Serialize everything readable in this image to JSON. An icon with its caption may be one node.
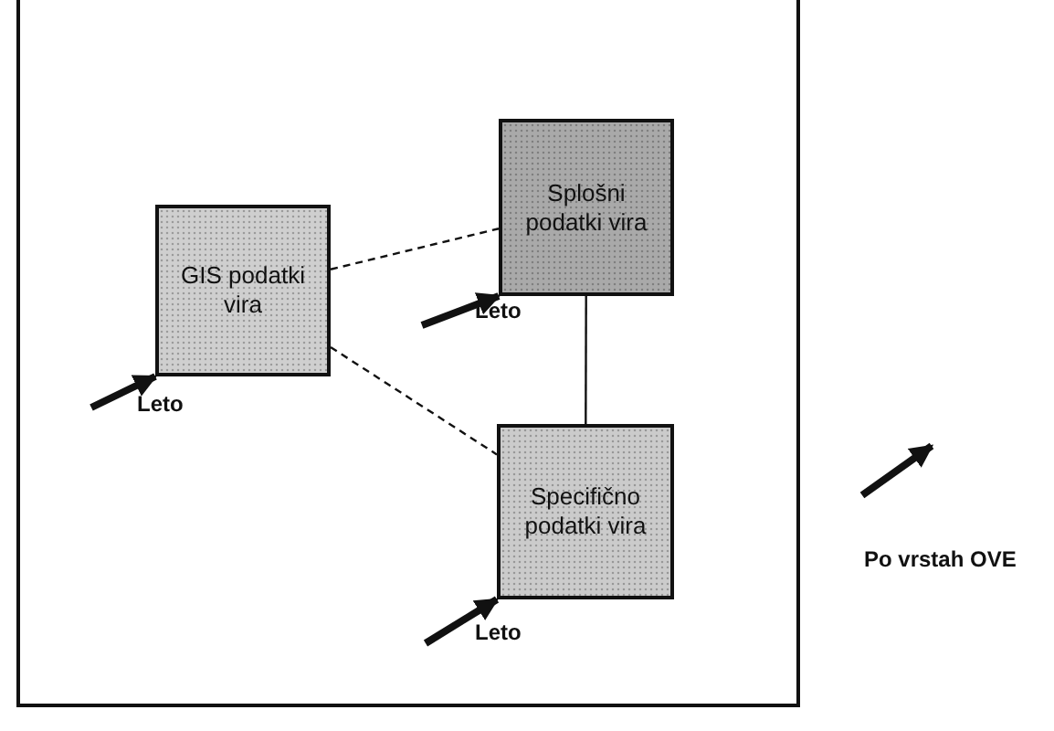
{
  "diagram": {
    "nodes": [
      {
        "text": [
          "GIS podatki vira"
        ]
      },
      {
        "text": [
          "Splošni podatki vira"
        ]
      },
      {
        "text": [
          "Specifično podatki vira"
        ]
      }
    ],
    "edges": [
      {
        "from": 0,
        "to": 1,
        "arrow": "none",
        "style": "dashed"
      },
      {
        "from": 0,
        "to": 2,
        "arrow": "none",
        "style": "dashed"
      },
      {
        "from": 1,
        "to": 2,
        "arrow": "none"
      },
      {
        "from": null,
        "to": 0,
        "arrow": "to",
        "style": "thick",
        "label": "Leto"
      },
      {
        "from": null,
        "to": 1,
        "arrow": "to",
        "style": "thick",
        "label": "Leto"
      },
      {
        "from": null,
        "to": 2,
        "arrow": "to",
        "style": "thick",
        "label": "Leto"
      }
    ],
    "legend": [
      {
        "text": "Po vrstah OVE"
      }
    ]
  }
}
